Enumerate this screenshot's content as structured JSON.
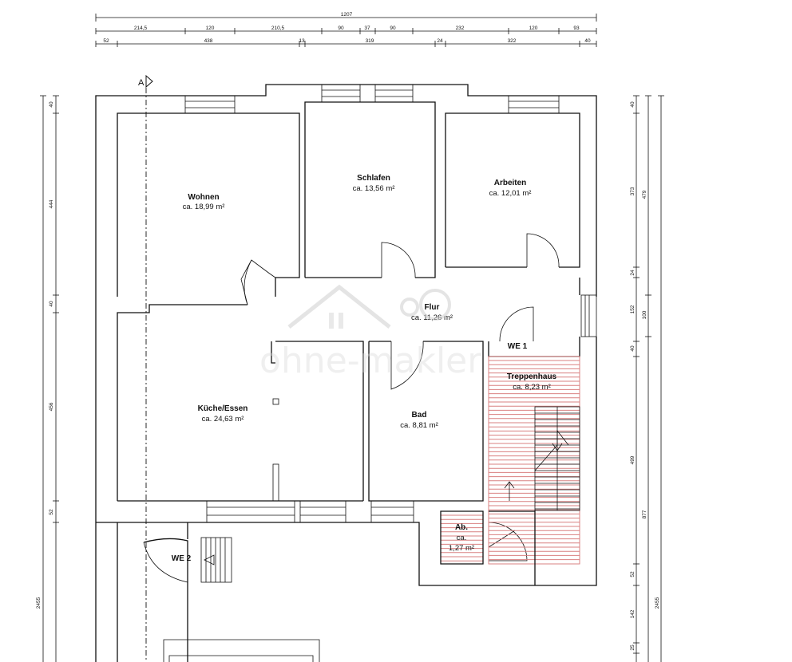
{
  "watermark": {
    "text": "ohne-makler"
  },
  "section_marker": "A",
  "dimensions_top": {
    "total": "1207",
    "row1": [
      "214,5",
      "120",
      "210,5",
      "90",
      "37",
      "90",
      "232",
      "120",
      "93"
    ],
    "row2": [
      "52",
      "438",
      "13",
      "319",
      "24",
      "322",
      "40"
    ]
  },
  "dimensions_left": [
    "40",
    "444",
    "40",
    "456",
    "52",
    "2455"
  ],
  "dimensions_right": {
    "inner": [
      "40",
      "373",
      "24",
      "152",
      "40",
      "499",
      "52",
      "142",
      "25"
    ],
    "middle": [
      "479",
      "100",
      "877"
    ],
    "outer": [
      "2455"
    ]
  },
  "rooms": [
    {
      "name": "Wohnen",
      "area": "ca. 18,99 m²"
    },
    {
      "name": "Schlafen",
      "area": "ca. 13,56 m²"
    },
    {
      "name": "Arbeiten",
      "area": "ca. 12,01 m²"
    },
    {
      "name": "Flur",
      "area": "ca. 11,26 m²"
    },
    {
      "name": "Küche/Essen",
      "area": "ca. 24,63 m²"
    },
    {
      "name": "Bad",
      "area": "ca. 8,81 m²"
    },
    {
      "name": "Treppenhaus",
      "area": "ca. 8,23 m²"
    }
  ],
  "small_room": {
    "name": "Ab.",
    "line1": "ca.",
    "line2": "1,27 m²"
  },
  "units": {
    "we1": "WE 1",
    "we2": "WE 2"
  },
  "colors": {
    "hatch": "#d98080",
    "walls": "#111111"
  }
}
